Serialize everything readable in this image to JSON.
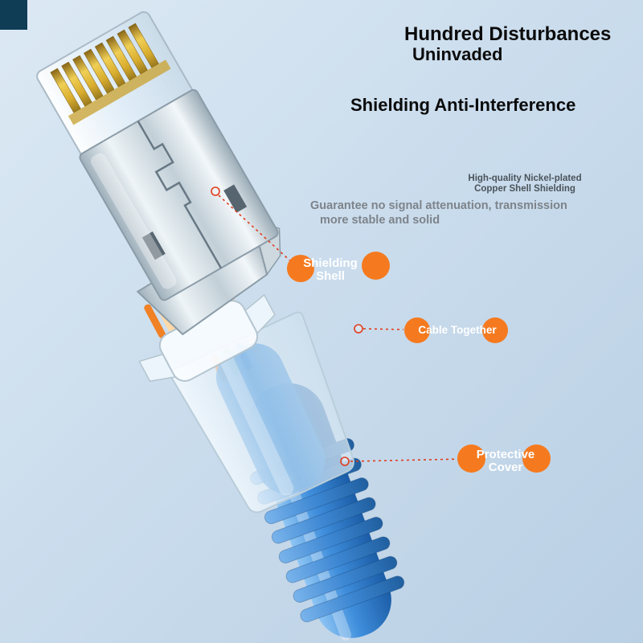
{
  "headline": {
    "line1": "Hundred Disturbances",
    "line2": "Uninvaded"
  },
  "subheadline": "Shielding Anti-Interference",
  "feature_note": {
    "line1": "High-quality Nickel-plated",
    "line2": "Copper Shell Shielding"
  },
  "description": {
    "line1": "Guarantee no signal attenuation, transmission",
    "line2": "more stable and solid"
  },
  "callouts": {
    "shielding_shell": {
      "line1": "Shielding",
      "line2": "Shell"
    },
    "cable_together": {
      "label": "Cable Together"
    },
    "protective_cover": {
      "line1": "Protective",
      "line2": "Cover"
    }
  },
  "illustration_parts": [
    "gold-pin-rj45-plug",
    "nickel-plated-shielding-shell",
    "wire-crimp-collar",
    "transparent-protective-cover",
    "blue-ethernet-cable"
  ],
  "colors": {
    "accent_orange": "#f57a1f",
    "leader_red": "#e23c1c",
    "corner_navy": "#0e3d55",
    "cable_blue": "#2e7fd0",
    "gold": "#d9ad2e",
    "silver": "#b9c6ce",
    "background_light": "#dce9f4",
    "background_dark": "#b9cfe4"
  }
}
